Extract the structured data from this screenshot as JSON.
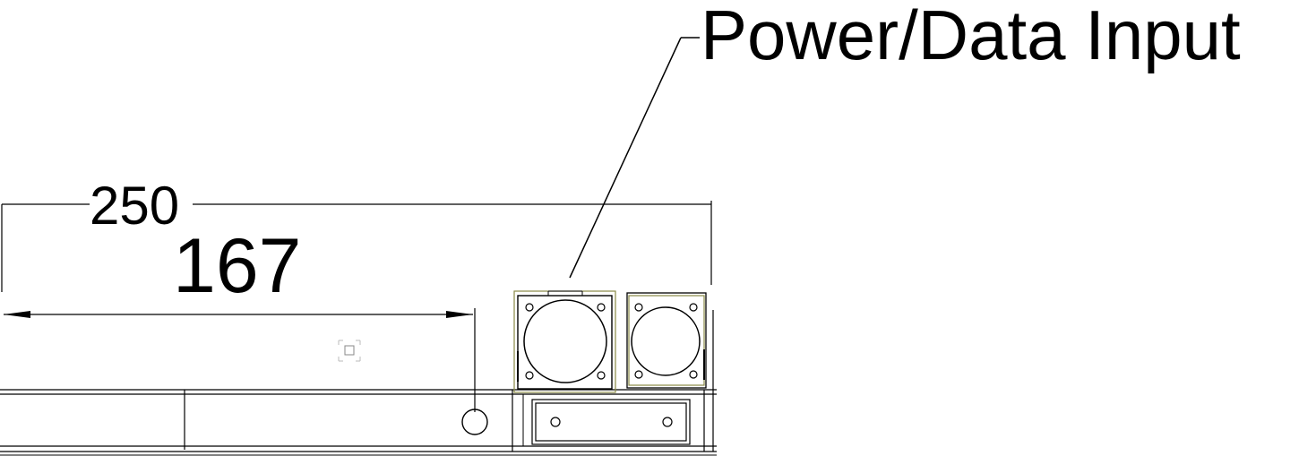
{
  "labels": {
    "callout": "Power/Data Input",
    "dim_overall": "250",
    "dim_partial": "167"
  },
  "colors": {
    "line": "#000000",
    "connector_outline": "#8a8a46",
    "background": "#ffffff"
  }
}
